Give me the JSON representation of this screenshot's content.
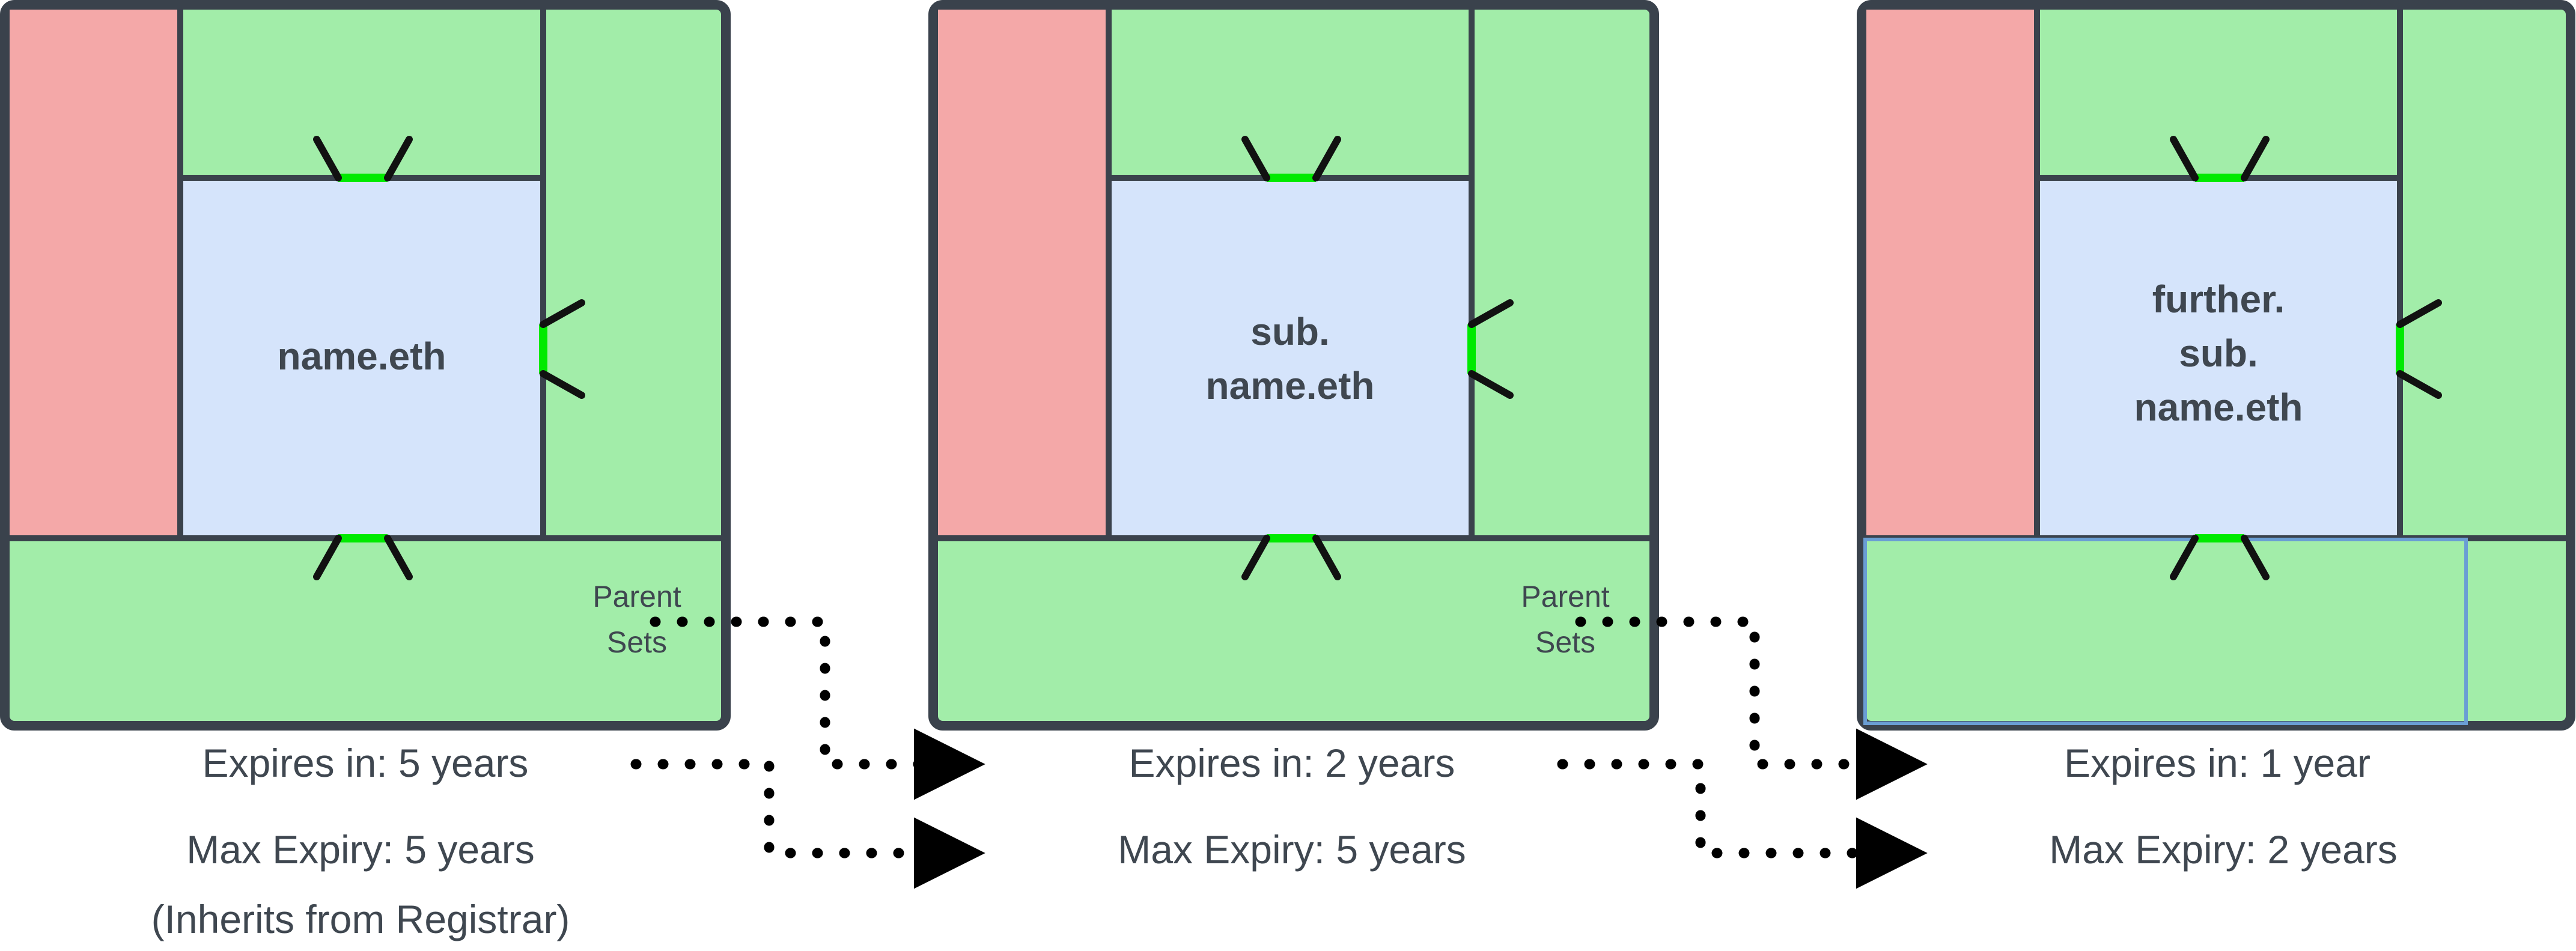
{
  "diagram": {
    "title": "ENS subname expiry inheritance",
    "colors": {
      "wall": "#3a424c",
      "pink_region": "#f4a8a8",
      "green_region": "#a2eda9",
      "blue_region": "#d5e4fb",
      "door_green": "#00ea00",
      "text": "#3f4750",
      "dot": "#000000",
      "selection": "#6a9ed4"
    },
    "groups": [
      {
        "id": "group-1",
        "name_label": "name.eth",
        "parent_sets_label": "Parent\nSets",
        "parent_sets_line1": "Parent",
        "parent_sets_line2": "Sets",
        "has_parent_sets": true,
        "expires_label": "Expires in: 5 years",
        "max_expiry_label": "Max Expiry: 5 years",
        "note_label": "(Inherits from Registrar)",
        "has_note": true,
        "selected": false
      },
      {
        "id": "group-2",
        "name_label": "sub.\nname.eth",
        "name_line1": "sub.",
        "name_line2": "name.eth",
        "parent_sets_line1": "Parent",
        "parent_sets_line2": "Sets",
        "has_parent_sets": true,
        "expires_label": "Expires in: 2 years",
        "max_expiry_label": "Max Expiry: 5 years",
        "note_label": "",
        "has_note": false,
        "selected": false
      },
      {
        "id": "group-3",
        "name_label": "further.\nsub.\nname.eth",
        "name_line1": "further.",
        "name_line2": "sub.",
        "name_line3": "name.eth",
        "parent_sets_line1": "",
        "parent_sets_line2": "",
        "has_parent_sets": false,
        "expires_label": "Expires in: 1 year",
        "max_expiry_label": "Max Expiry: 2 years",
        "note_label": "",
        "has_note": false,
        "selected": true
      }
    ],
    "doors": {
      "top_door_name": "door-top",
      "right_door_name": "door-right",
      "bottom_door_name": "door-bottom"
    },
    "connectors": [
      {
        "id": "conn-parent-sets-1",
        "from": "group-1 Parent Sets",
        "to": "group-2 Expires in: 2 years",
        "style": "dotted-arrow"
      },
      {
        "id": "conn-expiry-1",
        "from": "group-1 Expires in: 5 years",
        "to": "group-2 Max Expiry: 5 years",
        "style": "dotted-arrow"
      },
      {
        "id": "conn-parent-sets-2",
        "from": "group-2 Parent Sets",
        "to": "group-3 Expires in: 1 year",
        "style": "dotted-arrow"
      },
      {
        "id": "conn-expiry-2",
        "from": "group-2 Expires in: 2 years",
        "to": "group-3 Max Expiry: 2 years",
        "style": "dotted-arrow"
      }
    ]
  }
}
